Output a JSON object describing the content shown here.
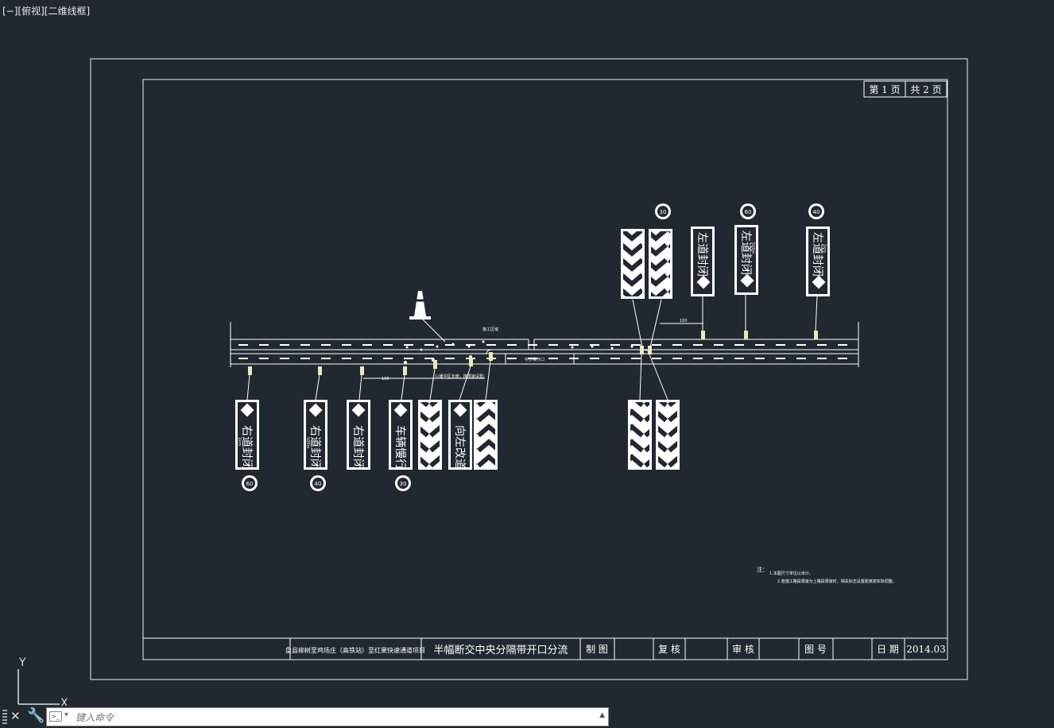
{
  "viewport": {
    "label": "[−][俯视][二维线框]"
  },
  "frame": {
    "page_box_left": "第 1 页",
    "page_box_right": "共 2 页"
  },
  "title_block": {
    "project": "盘县柳树至鸡场庄（高铁站）至红果快速通道项目",
    "drawing_title": "半幅断交中央分隔带开口分流",
    "drawn_label": "制 图",
    "check_label": "复 核",
    "review_label": "审 核",
    "figno_label": "图 号",
    "date_label": "日 期",
    "date_value": "2014.03"
  },
  "notes": {
    "label": "注：",
    "line1": "1.本图尺寸单位以米计。",
    "line2": "2.若施工路段限速为上路段限速时，相关标志设置距离按实际调整。"
  },
  "annotations": {
    "work_area": "施工区域",
    "median_opening": "中分带开口",
    "buffer_len": "L(缓冲区长度，按限速设置)",
    "dim_left": "100",
    "dim_right": "100"
  },
  "signs_bottom": [
    {
      "text": "右道封闭",
      "dist": "1km"
    },
    {
      "text": "右道封闭",
      "dist": "500m"
    },
    {
      "text": "右道封闭",
      "dist": ""
    },
    {
      "text": "车辆慢行",
      "dist": ""
    },
    {
      "text": "向左改道",
      "dist": ""
    }
  ],
  "signs_top": [
    {
      "text": "左道封闭",
      "dist": ""
    },
    {
      "text": "左道封闭",
      "dist": "500m"
    },
    {
      "text": "左道封闭",
      "dist": "1km"
    }
  ],
  "speed_signs": [
    "60",
    "40",
    "30",
    "30",
    "60",
    "40"
  ],
  "command_line": {
    "placeholder": "键入命令",
    "close_icon": "close-icon",
    "tool_icon": "wrench-icon"
  },
  "ucs": {
    "y": "Y",
    "x": "X"
  }
}
